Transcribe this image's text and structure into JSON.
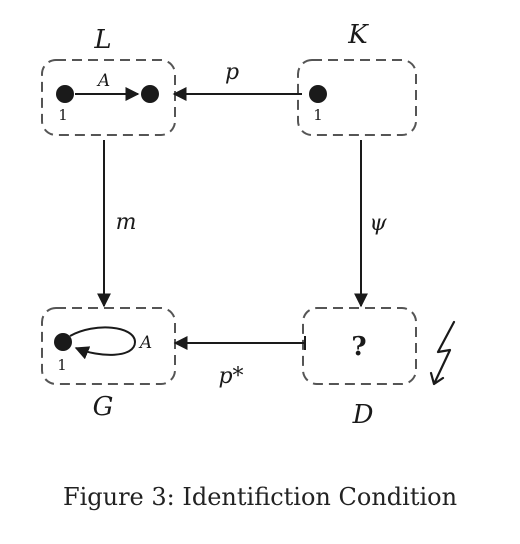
{
  "labels": {
    "L": "L",
    "K": "K",
    "G": "G",
    "D": "D",
    "p": "p",
    "m": "m",
    "psi": "ψ",
    "p_star": "p*",
    "edge_A_L": "A",
    "edge_A_G": "A",
    "node1_L": "1",
    "node1_K": "1",
    "node1_G": "1",
    "unknown": "?"
  },
  "caption": "Figure 3: Identifiction Condition",
  "colors": {
    "ink": "#1a1a1a",
    "box": "#555555"
  }
}
